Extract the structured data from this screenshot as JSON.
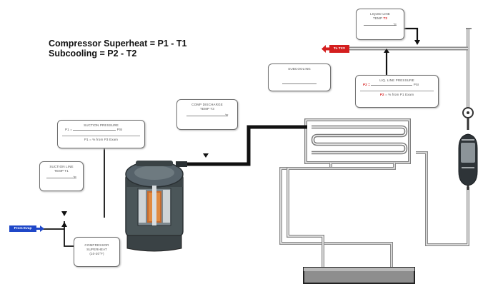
{
  "formulas": {
    "superheat": "Compressor Superheat = P1 - T1",
    "subcooling": "Subcooling = P2 - T2"
  },
  "labels": {
    "from_evap": "From Evap",
    "to_txv": "To TXV",
    "suction_pressure_title": "SUCTION PRESSURE",
    "suction_pressure_prefix": "P1 =",
    "suction_pressure_unit": "PSI",
    "suction_pressure_note": "P1 = % from P3 Exam",
    "suction_line_temp_title": "SUCTION LINE",
    "suction_line_temp_sub": "TEMP T1",
    "suction_line_temp_unit": "°F",
    "compressor_superheat_l1": "COMPRESSOR",
    "compressor_superheat_l2": "SUPERHEAT",
    "compressor_superheat_l3": "(10-20°F)",
    "comp_discharge_title": "COMP DISCHARGE",
    "comp_discharge_sub": "TEMP T3",
    "comp_discharge_unit": "°F",
    "subcooling_box": "SUBCOOLING",
    "liquid_line_temp_title": "LIQUID LINE",
    "liquid_line_temp_sub": "TEMP",
    "liquid_line_temp_tag": "T2",
    "liquid_line_temp_unit": "°F",
    "liquid_line_pressure_title": "LIQ. LINE PRESSURE",
    "liquid_line_pressure_prefix": "P2 =",
    "liquid_line_pressure_unit": "PSI",
    "liquid_line_pressure_note_red": "P2",
    "liquid_line_pressure_note": "= % from P1 Exam"
  },
  "colors": {
    "from_evap_tag": "#1f47c8",
    "to_txv_tag": "#d41e1e",
    "pipe": "#111111",
    "tube": "#8a8a8a",
    "compressor_body": "#4b5659",
    "receiver": "#2e3438",
    "highlight_red": "#d62020"
  }
}
